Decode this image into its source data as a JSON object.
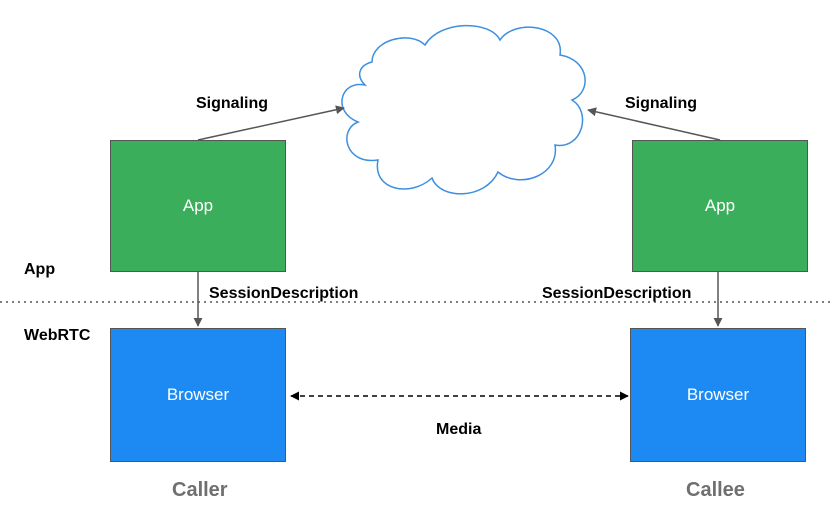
{
  "layers": {
    "app_label": "App",
    "webrtc_label": "WebRTC"
  },
  "caller": {
    "app_box_label": "App",
    "browser_box_label": "Browser",
    "signaling_label": "Signaling",
    "session_description_label": "SessionDescription",
    "role_label": "Caller"
  },
  "callee": {
    "app_box_label": "App",
    "browser_box_label": "Browser",
    "signaling_label": "Signaling",
    "session_description_label": "SessionDescription",
    "role_label": "Callee"
  },
  "media_label": "Media",
  "colors": {
    "app_green": "#3aae5b",
    "browser_blue": "#1d89f2",
    "cloud_blue": "#3d8fe0",
    "role_gray": "#6f6f6f"
  }
}
